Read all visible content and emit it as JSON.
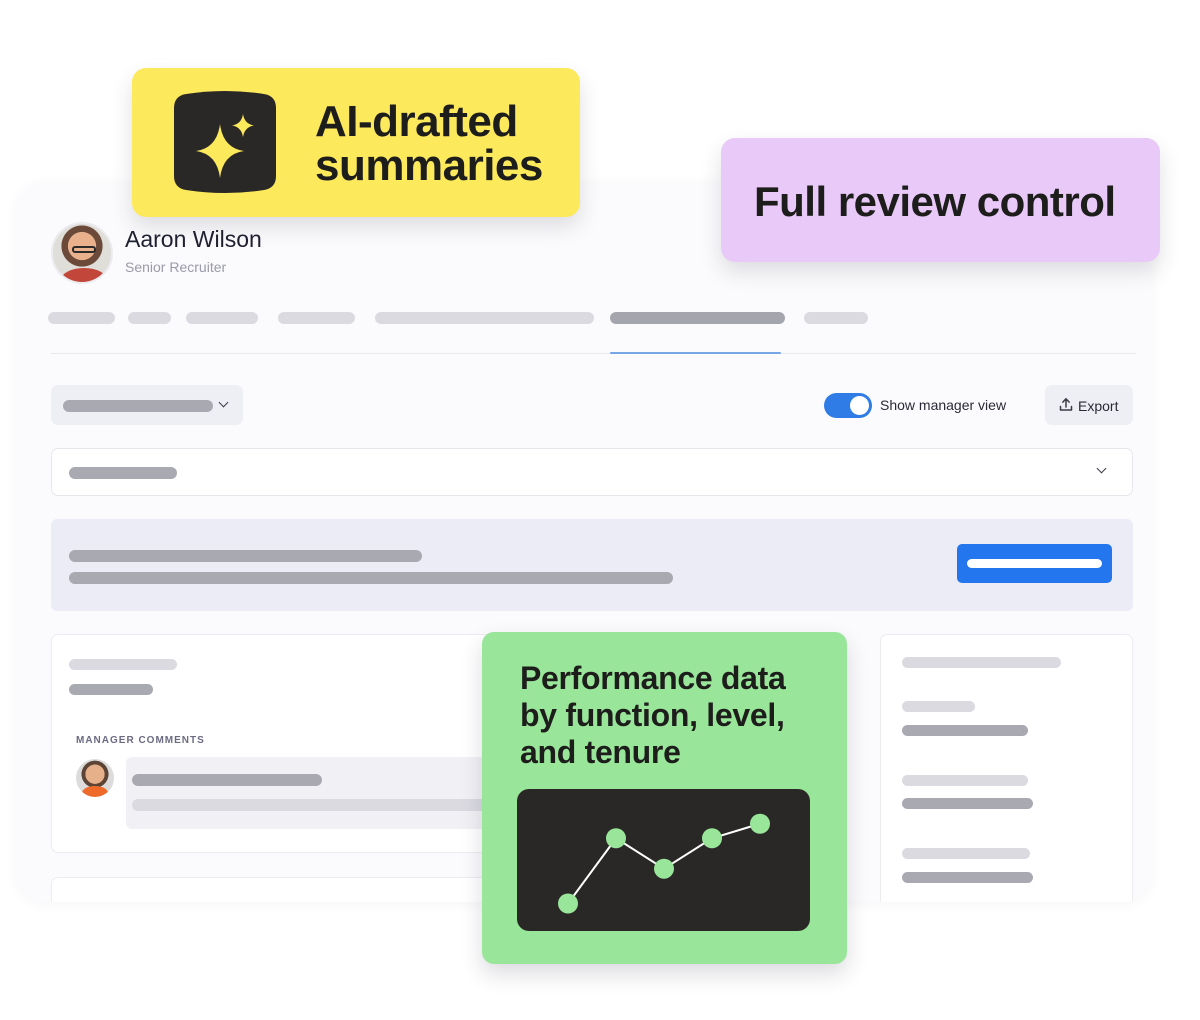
{
  "profile": {
    "name": "Aaron Wilson",
    "role": "Senior Recruiter"
  },
  "toolbar": {
    "toggle_label": "Show manager view",
    "toggle_on": true,
    "export_label": "Export"
  },
  "comments": {
    "section_label": "MANAGER COMMENTS"
  },
  "callouts": {
    "ai_summaries_line1": "AI-drafted",
    "ai_summaries_line2": "summaries",
    "review_control": "Full review control",
    "performance_line1": "Performance data",
    "performance_line2": "by function, level,",
    "performance_line3": "and tenure"
  },
  "colors": {
    "accent_blue": "#2476ee",
    "callout_yellow": "#fde95c",
    "callout_purple": "#e9c9f8",
    "callout_green": "#99e59a",
    "chart_bg": "#2a2826",
    "chart_point": "#99e59a"
  },
  "icons": {
    "ai": "sparkle-icon",
    "export": "upload-icon",
    "dropdown": "chevron-down-icon"
  },
  "chart_data": {
    "type": "line",
    "x": [
      1,
      2,
      3,
      4,
      5
    ],
    "values": [
      1,
      5.5,
      3.4,
      5.5,
      6.5
    ],
    "ylim": [
      0,
      8
    ],
    "grid": false
  }
}
